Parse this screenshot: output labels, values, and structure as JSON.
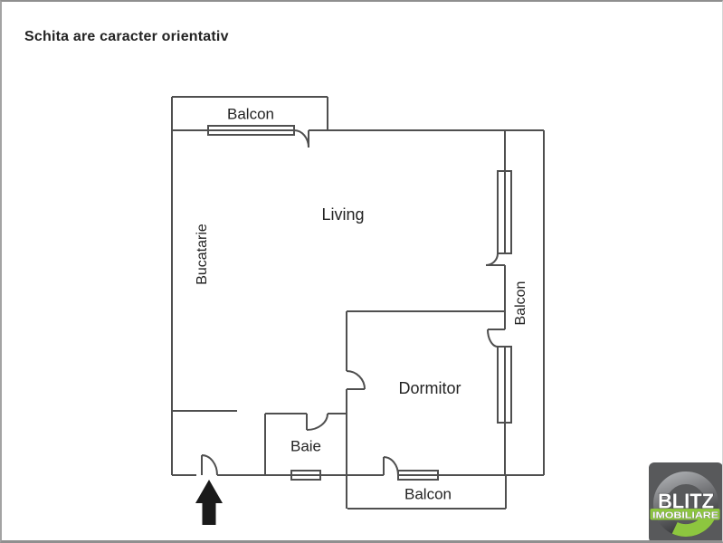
{
  "page": {
    "disclaimer": "Schita are caracter orientativ"
  },
  "colors": {
    "wall": "#4f4f4f",
    "text": "#232323",
    "arrow": "#1a1a1a",
    "logo_green": "#8dc63f",
    "logo_gray": "#58595b"
  },
  "rooms": [
    {
      "id": "balcon-top",
      "label": "Balcon"
    },
    {
      "id": "bucatarie",
      "label": "Bucatarie"
    },
    {
      "id": "living",
      "label": "Living"
    },
    {
      "id": "balcon-right",
      "label": "Balcon"
    },
    {
      "id": "dormitor",
      "label": "Dormitor"
    },
    {
      "id": "baie",
      "label": "Baie"
    },
    {
      "id": "balcon-bottom",
      "label": "Balcon"
    }
  ],
  "entrance": {
    "symbol": "arrow-up"
  },
  "logo": {
    "brand": "BLITZ",
    "tagline": "IMOBILIARE"
  }
}
